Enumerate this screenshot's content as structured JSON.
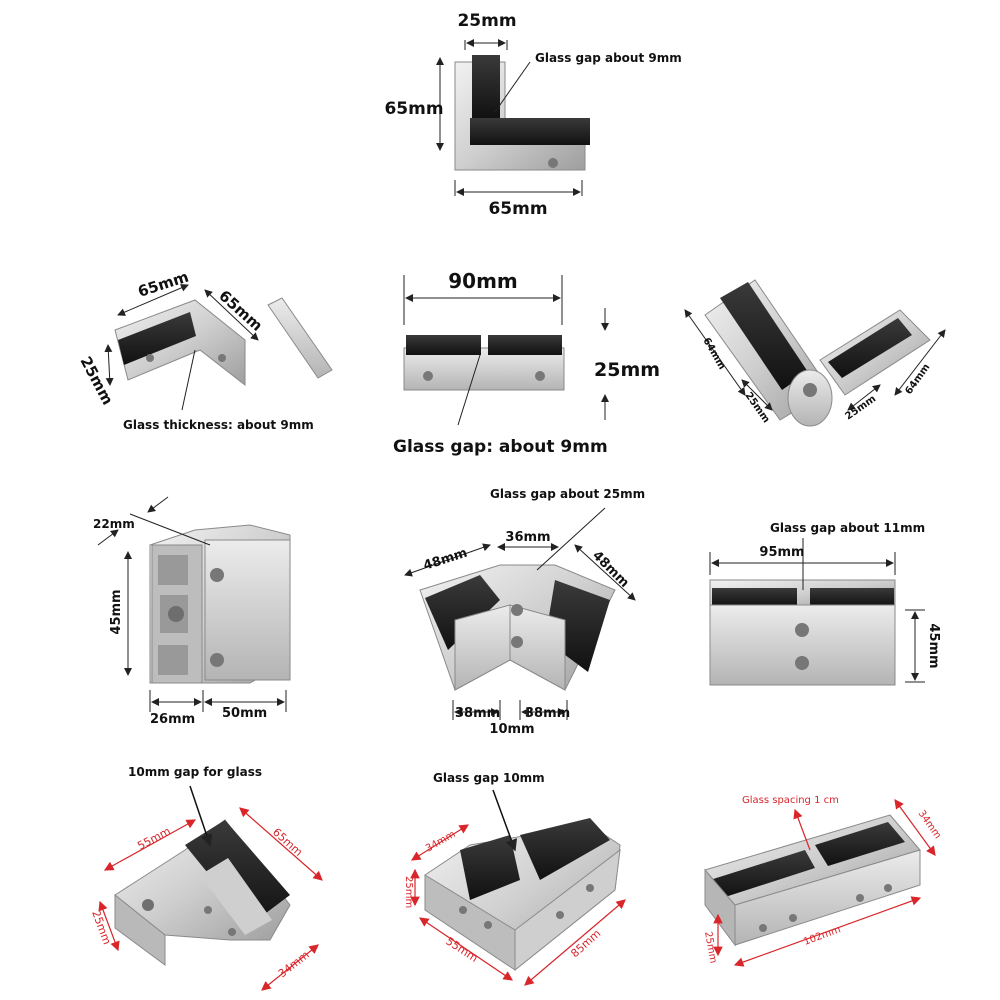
{
  "panels": [
    {
      "id": "corner-l-90",
      "labels": {
        "top_width": "25mm",
        "left_height": "65mm",
        "bottom_width": "65mm",
        "callout": "Glass gap about 9mm"
      }
    },
    {
      "id": "l-bracket-with-pin",
      "labels": {
        "top_length": "65mm",
        "side_length": "65mm",
        "height": "25mm",
        "callout": "Glass thickness: about 9mm"
      }
    },
    {
      "id": "straight-connector-90",
      "labels": {
        "length": "90mm",
        "height": "25mm",
        "callout": "Glass gap: about 9mm"
      }
    },
    {
      "id": "adjustable-angle",
      "labels": {
        "left_length": "64mm",
        "left_width": "25mm",
        "right_width": "25mm",
        "right_length": "64mm"
      }
    },
    {
      "id": "square-clamp",
      "labels": {
        "depth": "22mm",
        "height": "45mm",
        "side": "26mm",
        "width": "50mm"
      }
    },
    {
      "id": "angled-3way",
      "labels": {
        "left": "48mm",
        "center": "36mm",
        "right": "48mm",
        "callout": "Glass gap about 25mm",
        "bottom_left": "38mm",
        "bottom_right": "38mm",
        "gap": "10mm"
      }
    },
    {
      "id": "straight-connector-95",
      "labels": {
        "callout": "Glass gap about 11mm",
        "length": "95mm",
        "height": "45mm"
      }
    },
    {
      "id": "l-clamp-10mm",
      "labels": {
        "callout": "10mm gap for glass",
        "length_a": "55mm",
        "length_b": "65mm",
        "height": "25mm",
        "depth": "34mm"
      }
    },
    {
      "id": "corner-10mm",
      "labels": {
        "callout": "Glass gap 10mm",
        "top": "34mm",
        "height": "25mm",
        "left": "55mm",
        "right": "85mm"
      }
    },
    {
      "id": "long-connector-102",
      "labels": {
        "callout": "Glass spacing 1 cm",
        "depth": "34mm",
        "height": "25mm",
        "length": "102mm"
      }
    }
  ],
  "colors": {
    "metal_light": "#e6e6e6",
    "metal_mid": "#c9c9c9",
    "metal_dark": "#a7a7a7",
    "rubber": "#1e1e1e",
    "dim_line": "#222222",
    "dim_red": "#d8262a",
    "text": "#111111"
  }
}
